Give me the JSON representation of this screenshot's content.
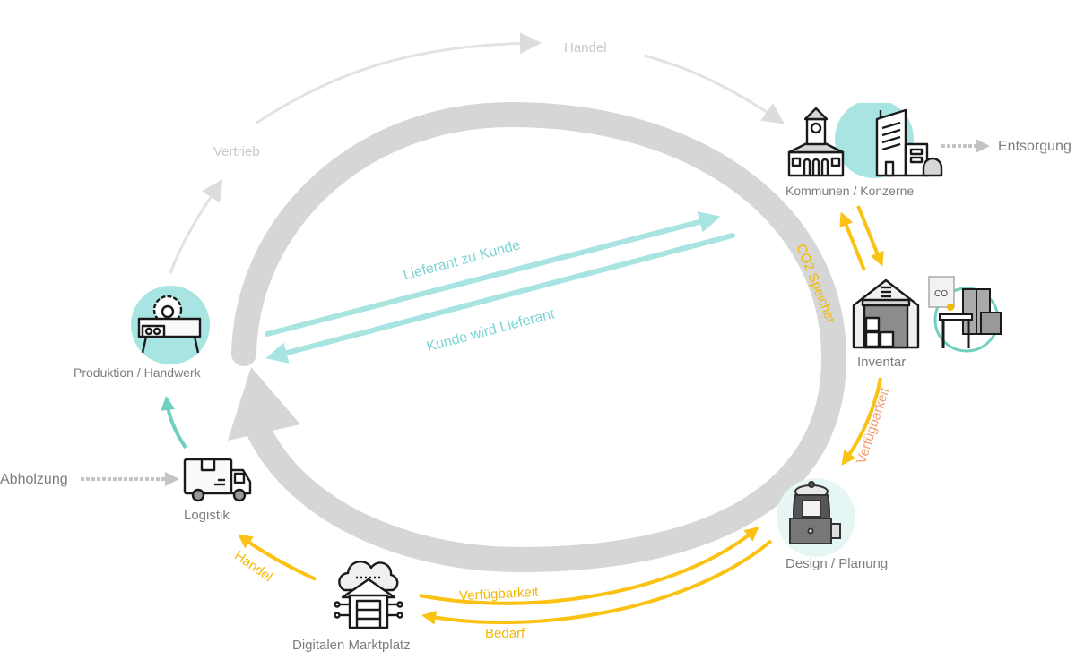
{
  "diagram": {
    "title": "Holz-Kreislauf",
    "colors": {
      "ring": "#d6d6d6",
      "teal": "#a8e4e2",
      "teal_text": "#7fd4d4",
      "yellow": "#fbc113",
      "orange_text": "#f0a070",
      "light_gray": "#e2e2e2",
      "label_gray": "#7d7d7d",
      "icon_stroke": "#1a1a1a"
    },
    "nodes": {
      "kommunen": {
        "label": "Kommunen / Konzerne",
        "icons": [
          "town-hall-icon",
          "office-building-icon"
        ]
      },
      "inventar": {
        "label": "Inventar",
        "icons": [
          "warehouse-icon",
          "furniture-certificate-icon"
        ],
        "certificate_text": "CO"
      },
      "design": {
        "label": "Design  / Planung",
        "icons": [
          "designer-laptop-icon"
        ]
      },
      "marktplatz": {
        "label": "Digitalen Marktplatz",
        "icons": [
          "cloud-warehouse-icon"
        ]
      },
      "logistik": {
        "label": "Logistik",
        "icons": [
          "truck-icon"
        ]
      },
      "produktion": {
        "label": "Produktion / Handwerk",
        "icons": [
          "table-saw-icon"
        ]
      }
    },
    "external": {
      "entsorgung": "Entsorgung",
      "abholzung": "Abholzung"
    },
    "edge_labels": {
      "handel_top": "Handel",
      "vertrieb": "Vertrieb",
      "co2_speicher": "CO2 Speicher",
      "verfuegbarkeit_right": "Verfügbarkeit",
      "verfuegbarkeit_bottom": "Verfügbarkeit",
      "bedarf": "Bedarf",
      "handel_bottom": "Handel",
      "lieferant_zu_kunde": "Lieferant zu Kunde",
      "kunde_wird_lieferant": "Kunde wird  Lieferant"
    }
  }
}
